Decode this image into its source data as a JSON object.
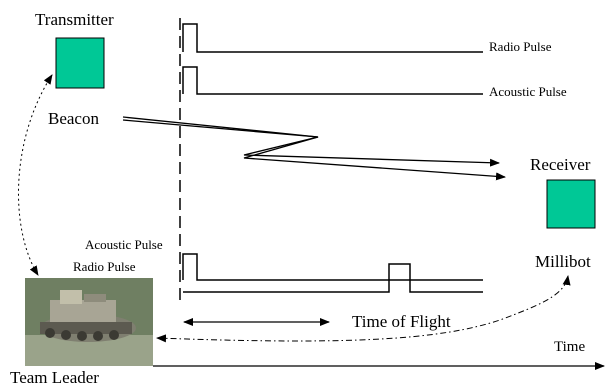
{
  "transmitter": {
    "label": "Transmitter",
    "color": "#00c896"
  },
  "receiver": {
    "label": "Receiver",
    "color": "#00c896"
  },
  "beacon": {
    "label": "Beacon"
  },
  "millibot": {
    "label": "Millibot"
  },
  "team_leader": {
    "label": "Team Leader",
    "icon": "tank-photo-icon"
  },
  "signals": {
    "tx_radio": "Radio Pulse",
    "tx_acoustic": "Acoustic Pulse",
    "rx_radio": "Radio Pulse",
    "rx_acoustic": "Acoustic Pulse"
  },
  "time_of_flight": "Time of Flight",
  "time_axis": "Time",
  "colors": {
    "stroke": "#000000",
    "photo_bg": "#6b7a5a",
    "tank": "#8c8c7a"
  }
}
